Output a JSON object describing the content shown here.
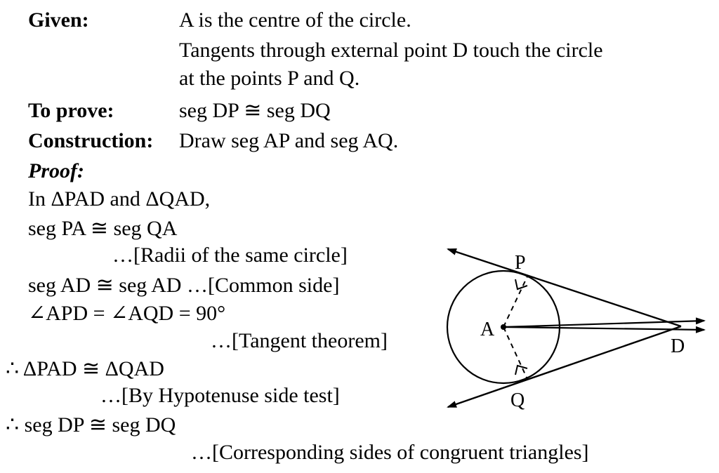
{
  "given": {
    "label": "Given:",
    "line1": "A is the centre of the circle.",
    "line2": "Tangents through external point D touch the circle",
    "line3": "at the points P and Q."
  },
  "to_prove": {
    "label": "To prove:",
    "text": "seg DP  ≅ seg DQ"
  },
  "construction": {
    "label": "Construction:",
    "text": "Draw seg AP and seg AQ."
  },
  "proof": {
    "label": "Proof:",
    "lines": [
      "In ΔPAD and ΔQAD,",
      "seg PA ≅ seg QA",
      "…[Radii of the same circle]",
      "seg AD ≅ seg AD    …[Common side]",
      "∠APD = ∠AQD = 90°",
      "…[Tangent theorem]",
      "∴ ΔPAD ≅ ΔQAD",
      "…[By Hypotenuse side test]",
      "∴ seg DP ≅ seg DQ",
      "…[Corresponding sides of congruent triangles]"
    ]
  },
  "figure": {
    "labels": {
      "P": "P",
      "Q": "Q",
      "A": "A",
      "D": "D"
    }
  }
}
